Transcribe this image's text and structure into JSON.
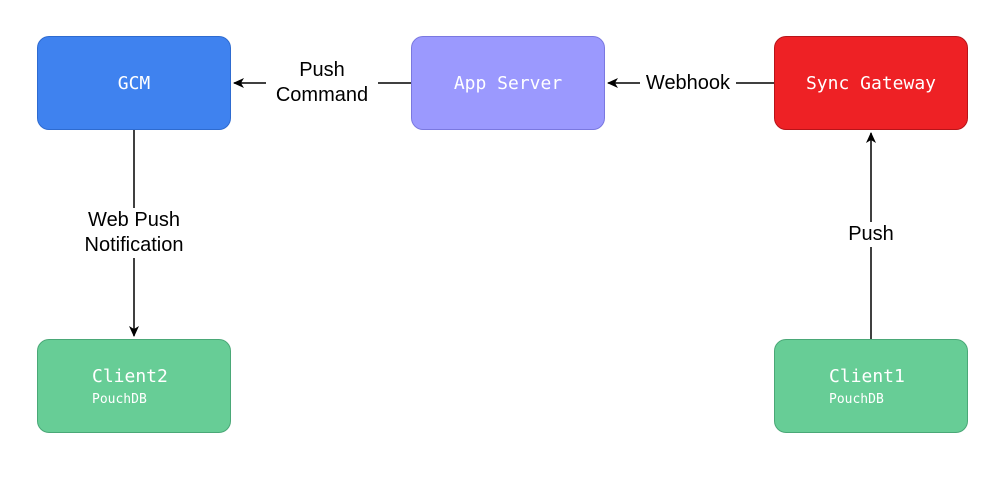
{
  "nodes": {
    "gcm": {
      "title": "GCM",
      "fill": "#3f82ef",
      "stroke": "#2e6bd0"
    },
    "app_server": {
      "title": "App Server",
      "fill": "#9b99fe",
      "stroke": "#7a78e0"
    },
    "sync_gateway": {
      "title": "Sync Gateway",
      "fill": "#ee2125",
      "stroke": "#b81419"
    },
    "client2": {
      "title": "Client2",
      "subtitle": "PouchDB",
      "fill": "#67cd96",
      "stroke": "#4aa877"
    },
    "client1": {
      "title": "Client1",
      "subtitle": "PouchDB",
      "fill": "#67cd96",
      "stroke": "#4aa877"
    }
  },
  "edges": {
    "app_to_gcm": "Push\nCommand",
    "sync_to_app": "Webhook",
    "gcm_to_client2": "Web Push\nNotification",
    "client1_to_sync": "Push"
  }
}
